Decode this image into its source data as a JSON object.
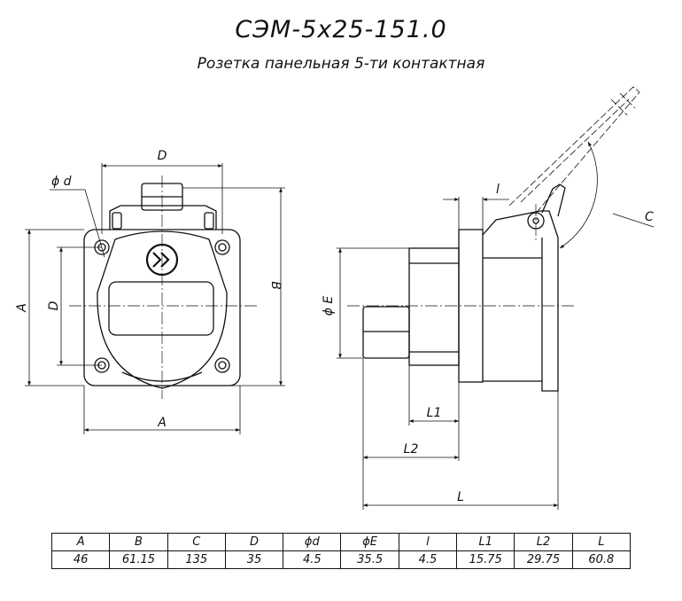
{
  "header": {
    "title": "СЭМ-5х25-151.0",
    "subtitle": "Розетка панельная 5-ти контактная"
  },
  "front_view": {
    "dims": {
      "D_top": "D",
      "phi_d": "ϕ d",
      "A_left": "A",
      "D_left": "D",
      "B_right": "B",
      "A_bottom": "A"
    }
  },
  "side_view": {
    "dims": {
      "l": "l",
      "C": "C",
      "phiE": "ϕ E",
      "L1": "L1",
      "L2": "L2",
      "L": "L"
    }
  },
  "spec_table": {
    "headers": [
      "A",
      "B",
      "C",
      "D",
      "ϕd",
      "ϕE",
      "l",
      "L1",
      "L2",
      "L"
    ],
    "values": [
      "46",
      "61.15",
      "135",
      "35",
      "4.5",
      "35.5",
      "4.5",
      "15.75",
      "29.75",
      "60.8"
    ]
  }
}
